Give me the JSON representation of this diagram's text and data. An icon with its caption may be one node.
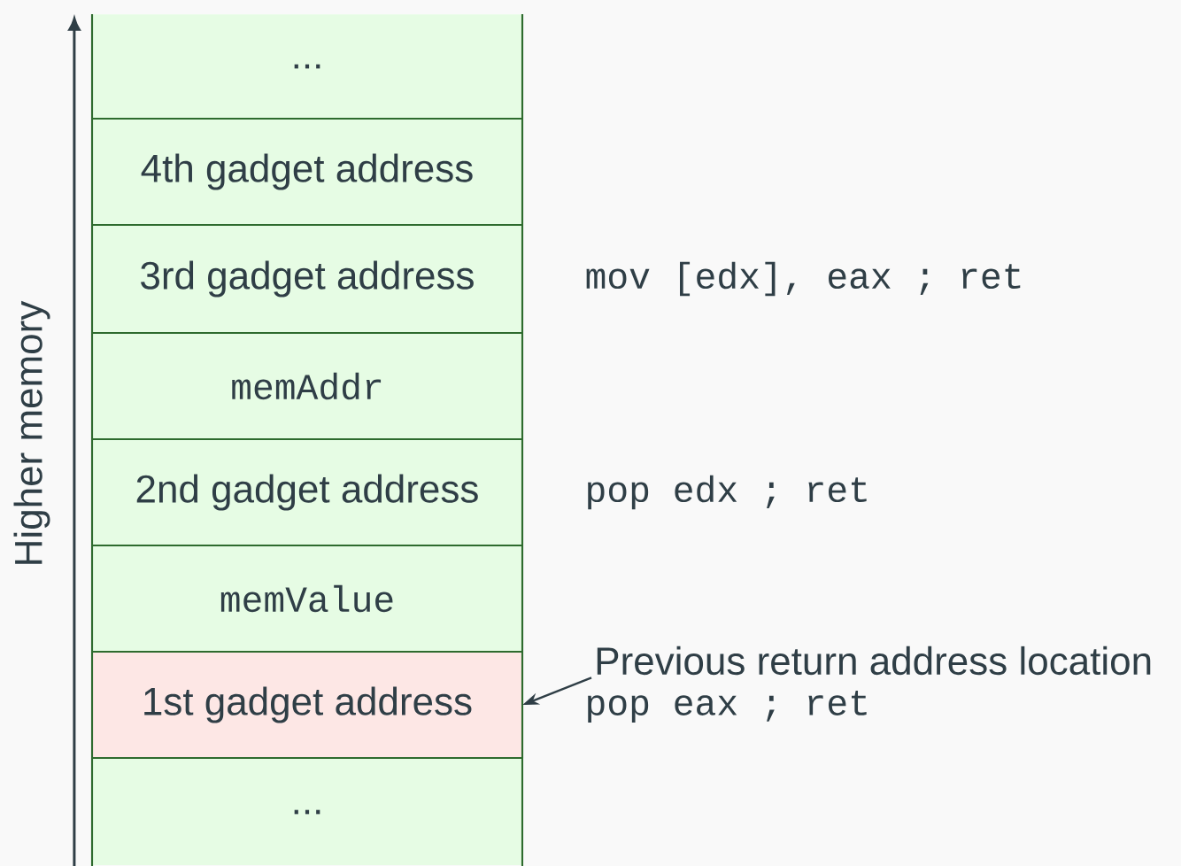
{
  "diagram": {
    "nodes": [
      {
        "text": [
          "..."
        ]
      },
      {
        "text": [
          "4th gadget address"
        ]
      },
      {
        "text": [
          "3rd gadget address"
        ],
        "beside": [
          "mov [edx], eax ; ret"
        ]
      },
      {
        "text": [
          "memAddr"
        ]
      },
      {
        "text": [
          "2nd gadget address"
        ],
        "beside": [
          "pop edx ; ret"
        ]
      },
      {
        "text": [
          "memValue"
        ]
      },
      {
        "text": [
          "1st gadget address"
        ]
      },
      {
        "text": [
          "..."
        ]
      },
      {
        "text": [
          "Previous return address location"
        ]
      }
    ],
    "edges": [
      {
        "from": 8,
        "to": 6,
        "arrow": "to"
      }
    ],
    "labels": [
      "Higher memory",
      "pop eax ; ret"
    ]
  }
}
